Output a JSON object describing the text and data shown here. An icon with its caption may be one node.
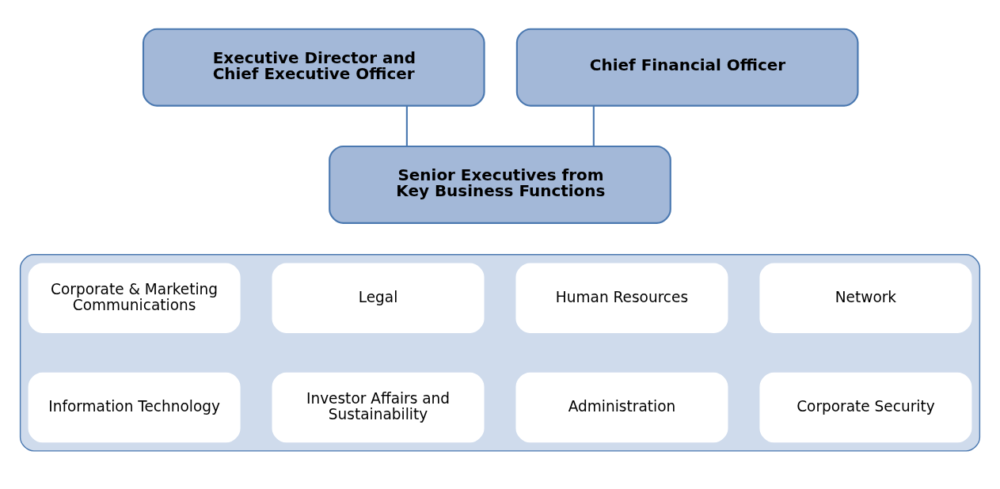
{
  "diagram": {
    "nodes": [
      {
        "text": [
          "Executive Director and Chief Executive Officer"
        ]
      },
      {
        "text": [
          "Chief Financial Officer"
        ]
      },
      {
        "text": [],
        "shape": "box"
      },
      {
        "text": [
          "Senior Executives from Key Business Functions"
        ]
      },
      {
        "text": [
          "Corporate & Marketing Communications"
        ],
        "in": 2
      },
      {
        "text": [
          "Legal"
        ],
        "in": 2
      },
      {
        "text": [
          "Human Resources"
        ],
        "in": 2
      },
      {
        "text": [
          "Network"
        ],
        "in": 2
      },
      {
        "text": [
          "Information Technology"
        ],
        "in": 2
      },
      {
        "text": [
          "Investor Affairs and Sustainability"
        ],
        "in": 2
      },
      {
        "text": [
          "Administration"
        ],
        "in": 2
      },
      {
        "text": [
          "Corporate Security"
        ],
        "in": 2
      }
    ],
    "edges": [
      {
        "from": 0,
        "to": 3,
        "arrow": "none"
      },
      {
        "from": 1,
        "to": 3,
        "arrow": "none"
      }
    ]
  }
}
